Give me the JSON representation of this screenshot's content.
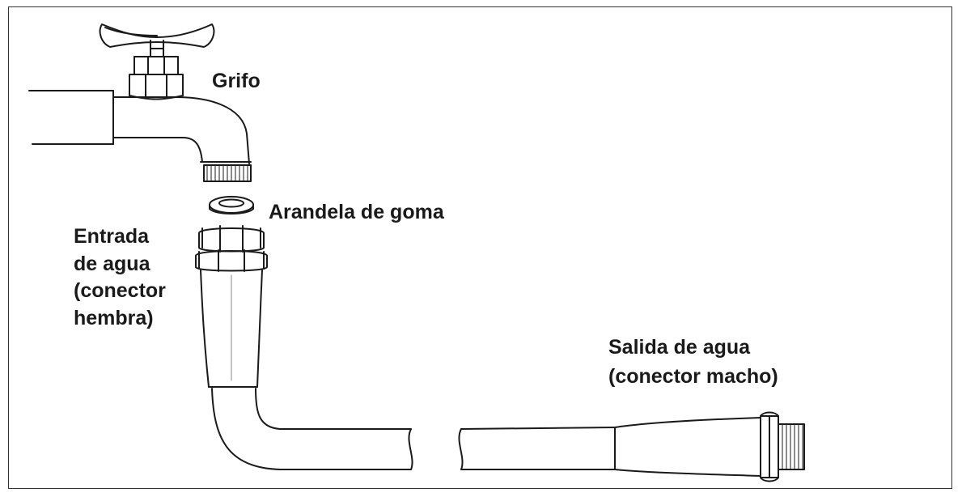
{
  "labels": {
    "faucet": "Grifo",
    "washer": "Arandela de goma",
    "inlet": [
      "Entrada",
      "de agua",
      "(conector",
      "hembra)"
    ],
    "outlet": [
      "Salida de agua",
      "(conector macho)"
    ]
  },
  "colors": {
    "line": "#1a1a1a",
    "background": "#ffffff"
  }
}
